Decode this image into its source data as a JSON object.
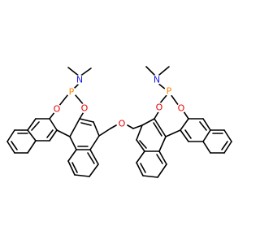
{
  "molecule": {
    "colors": {
      "bond": "#000000",
      "N": "#1a1ae6",
      "O": "#e60000",
      "P": "#ff8000",
      "background": "#ffffff"
    },
    "atoms": {
      "n_left": "N",
      "p_left": "P",
      "o_left_a": "O",
      "o_left_b": "O",
      "o_bridge": "O",
      "o_right_a": "O",
      "o_right_b": "O",
      "p_right": "P",
      "n_right": "N"
    }
  }
}
